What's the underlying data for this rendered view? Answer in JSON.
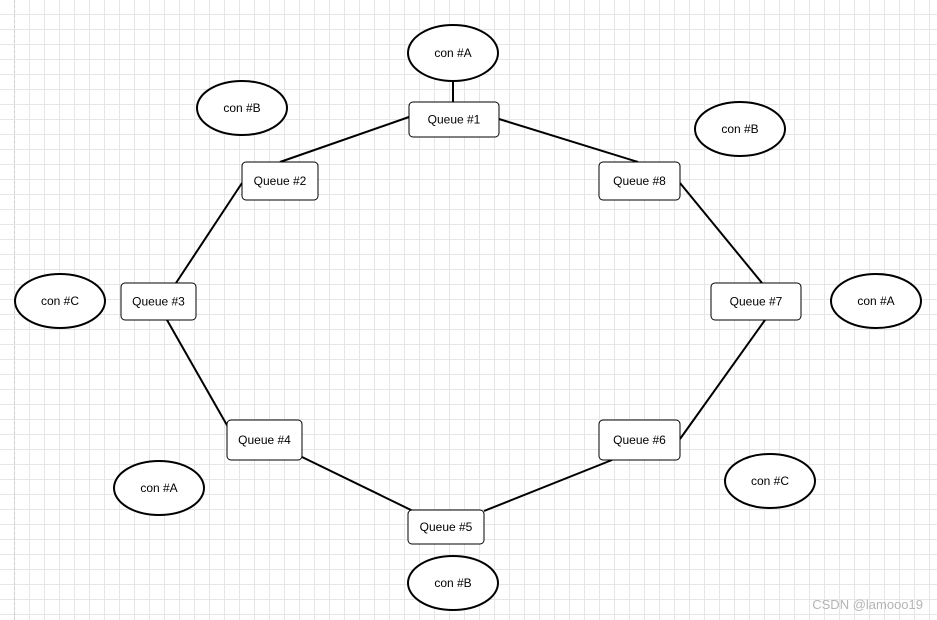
{
  "diagram": {
    "queues": [
      {
        "id": "q1",
        "label": "Queue #1"
      },
      {
        "id": "q2",
        "label": "Queue #2"
      },
      {
        "id": "q3",
        "label": "Queue #3"
      },
      {
        "id": "q4",
        "label": "Queue #4"
      },
      {
        "id": "q5",
        "label": "Queue #5"
      },
      {
        "id": "q6",
        "label": "Queue #6"
      },
      {
        "id": "q7",
        "label": "Queue #7"
      },
      {
        "id": "q8",
        "label": "Queue #8"
      }
    ],
    "consumers": [
      {
        "id": "c_top",
        "label": "con #A"
      },
      {
        "id": "c_b1",
        "label": "con #B"
      },
      {
        "id": "c_b2",
        "label": "con #B"
      },
      {
        "id": "c_c1",
        "label": "con #C"
      },
      {
        "id": "c_a1",
        "label": "con #A"
      },
      {
        "id": "c_a2",
        "label": "con #A"
      },
      {
        "id": "c_c2",
        "label": "con #C"
      },
      {
        "id": "c_b3",
        "label": "con #B"
      }
    ],
    "connections": [
      [
        "c_top",
        "q1"
      ],
      [
        "q1",
        "q2"
      ],
      [
        "q2",
        "q3"
      ],
      [
        "q3",
        "q4"
      ],
      [
        "q4",
        "q5"
      ],
      [
        "q5",
        "q6"
      ],
      [
        "q6",
        "q7"
      ],
      [
        "q7",
        "q8"
      ],
      [
        "q8",
        "q1"
      ]
    ]
  },
  "watermark": "CSDN @lamooo19"
}
